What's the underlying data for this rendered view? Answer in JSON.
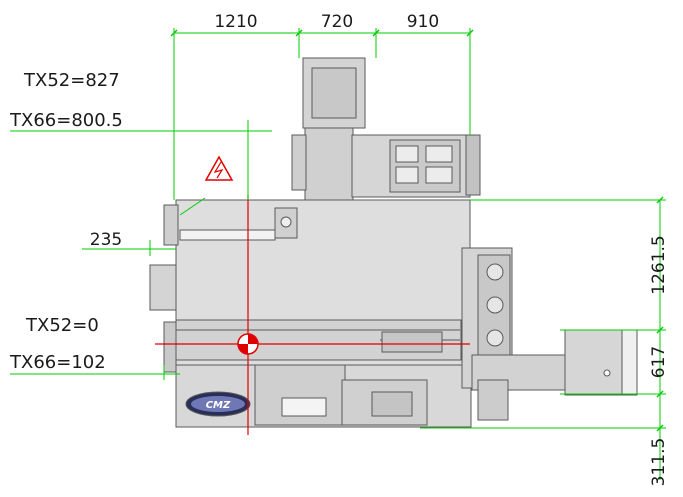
{
  "dimensions": {
    "top": [
      "1210",
      "720",
      "910"
    ],
    "left": [
      "235"
    ],
    "right": [
      "1261.5",
      "617",
      "311.5"
    ]
  },
  "tx_labels": {
    "upper_tx52": "TX52=827",
    "upper_tx66": "TX66=800.5",
    "lower_tx52": "TX52=0",
    "lower_tx66": "TX66=102"
  },
  "logo_text": "CMZ",
  "colors": {
    "dimension_line": "#00cc00",
    "axis_line": "#e00000",
    "machine_fill": "#d9d9d9",
    "machine_outline": "#5a5a5a",
    "warning": "#e00000"
  }
}
